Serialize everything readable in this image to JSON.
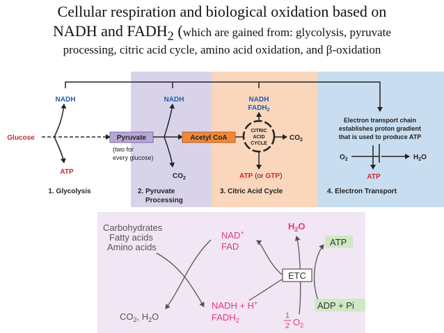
{
  "title": {
    "line1": "Cellular respiration and biological oxidation based on",
    "line2_main": "NADH and FADH",
    "line2_sub": "2",
    "line2_paren": " (",
    "line2_rest": "which are gained from: glycolysis, pyruvate",
    "line3": "processing, citric acid cycle, amino acid oxidation, and β-oxidation"
  },
  "top_diagram": {
    "colors": {
      "purple": "#d9d3ea",
      "orange": "#fad6bd",
      "blue": "#c9ddf0",
      "orange_box": "#f0883a",
      "purple_box": "#b8a7d6",
      "label_blue": "#1f5fa8",
      "label_red": "#d4262c"
    },
    "glucose": "Glucose",
    "nadh1": "NADH",
    "atp1": "ATP",
    "stage1": "1. Glycolysis",
    "pyruvate": "Pyruvate",
    "pyruvate_note1": "(two for",
    "pyruvate_note2": "every glucose)",
    "nadh2": "NADH",
    "co2_2": "CO",
    "co2_2_sub": "2",
    "stage2_a": "2. Pyruvate",
    "stage2_b": "Processing",
    "acetyl": "Acetyl CoA",
    "nadh3": "NADH",
    "fadh3": "FADH",
    "fadh3_sub": "2",
    "citric1": "CITRIC",
    "citric2": "ACID",
    "citric3": "CYCLE",
    "co2_3": "CO",
    "co2_3_sub": "2",
    "atp3": "ATP",
    "or": "(or",
    "gtp": "GTP",
    "or_close": ")",
    "stage3": "3. Citric Acid Cycle",
    "etc1": "Electron transport chain",
    "etc2": "establishes proton gradient",
    "etc3": "that is used to produce ATP",
    "o2": "O",
    "o2_sub": "2",
    "h2o": "H",
    "h2o_sub": "2",
    "h2o_o": "O",
    "atp4": "ATP",
    "stage4": "4. Electron Transport"
  },
  "bottom_diagram": {
    "colors": {
      "panel": "#f1e6f3",
      "pink": "#e0397e",
      "green_box": "#cfe8c4"
    },
    "sources": [
      "Carbohydrates",
      "Fatty acids",
      "Amino acids"
    ],
    "products": "CO",
    "products_sub": "2",
    "products_rest": ", H",
    "products_sub2": "2",
    "products_o": "O",
    "nad": "NAD",
    "nad_sup": "+",
    "fad": "FAD",
    "nadh_h": "NADH + H",
    "nadh_h_sup": "+",
    "fadh2": "FADH",
    "fadh2_sub": "2",
    "h2o_h": "H",
    "h2o_sub": "2",
    "h2o_o": "O",
    "etc": "ETC",
    "atp": "ATP",
    "adp": "ADP + Pi",
    "half_num": "1",
    "half_den": "2",
    "half_o": "O",
    "half_sub": "2"
  }
}
